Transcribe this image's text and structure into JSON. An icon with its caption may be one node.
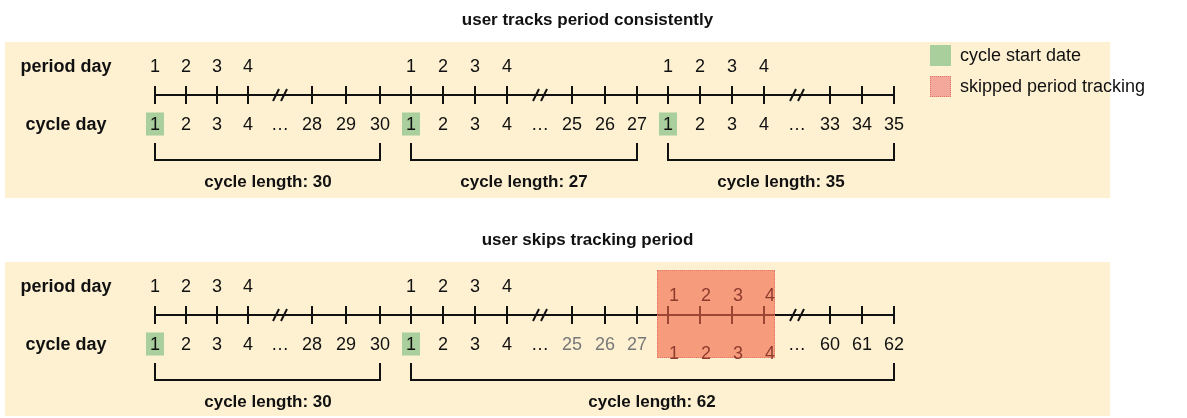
{
  "diagram": {
    "nodes": [
      {
        "text": [
          "user tracks period consistently"
        ]
      },
      {
        "text": [
          "user skips tracking period"
        ]
      },
      {
        "text": [
          "1",
          "2",
          "3",
          "4",
          "1",
          "2",
          "3",
          "4"
        ],
        "in": 1
      }
    ],
    "labels": [
      "period day",
      "1",
      "2",
      "3",
      "4",
      "1",
      "2",
      "3",
      "4",
      "1",
      "2",
      "3",
      "4",
      "cycle day",
      "1",
      "2",
      "3",
      "4",
      "…",
      "28",
      "29",
      "30",
      "1",
      "2",
      "3",
      "4",
      "…",
      "25",
      "26",
      "27",
      "1",
      "2",
      "3",
      "4",
      "…",
      "33",
      "34",
      "35",
      "cycle length: 30",
      "cycle length: 27",
      "cycle length: 35",
      "period day",
      "1",
      "2",
      "3",
      "4",
      "1",
      "2",
      "3",
      "4",
      "cycle day",
      "1",
      "2",
      "3",
      "4",
      "…",
      "28",
      "29",
      "30",
      "1",
      "2",
      "3",
      "4",
      "…",
      "25",
      "26",
      "27",
      "…",
      "60",
      "61",
      "62",
      "cycle length: 30",
      "cycle length: 62"
    ],
    "legend": [
      {
        "text": "cycle start date",
        "color": "#a9cf9c"
      },
      {
        "text": "skipped period tracking",
        "color": "#f4a89b"
      }
    ]
  }
}
